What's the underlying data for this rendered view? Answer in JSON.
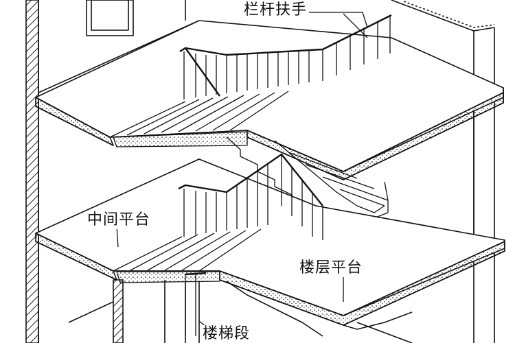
{
  "diagram": {
    "labels": {
      "railing": "栏杆扶手",
      "intermediate_landing": "中间平台",
      "floor_landing": "楼层平台",
      "stair_flight": "楼梯段"
    },
    "colors": {
      "line": "#111111",
      "background": "#ffffff",
      "hatch": "#222222"
    }
  }
}
